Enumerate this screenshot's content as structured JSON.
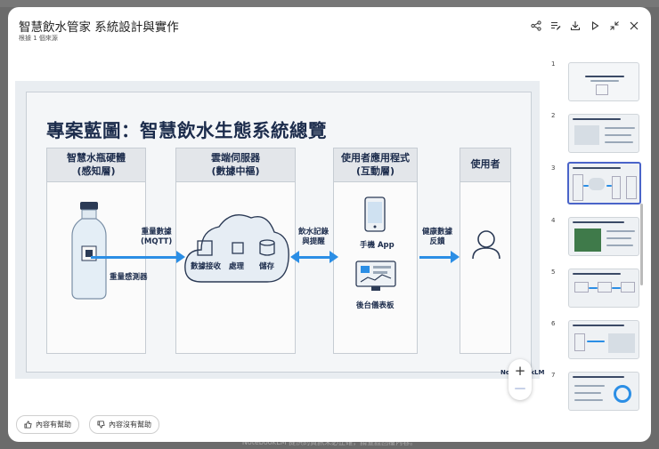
{
  "page": {
    "title": "智慧飲水管家 系統設計與實作",
    "subtitle": "根據 1 個來源",
    "backdrop_text": "NotebookLM 提供的資訊未必正確，請查證回覆內容。"
  },
  "slide": {
    "title": "專案藍圖：智慧飲水生態系統總覽",
    "columns": [
      {
        "line1": "智慧水瓶硬體",
        "line2": "(感知層)"
      },
      {
        "line1": "雲端伺服器",
        "line2": "(數據中樞)"
      },
      {
        "line1": "使用者應用程式",
        "line2": "(互動層)"
      },
      {
        "line1": "使用者",
        "line2": ""
      }
    ],
    "arrow_labels": [
      {
        "line1": "重量數據",
        "line2": "(MQTT)"
      },
      {
        "line1": "飲水記錄",
        "line2": "與提醒"
      },
      {
        "line1": "健康數據",
        "line2": "反饋"
      }
    ],
    "sensor_label": "重量感測器",
    "cloud_labels": [
      "數據接收",
      "處理",
      "儲存"
    ],
    "app_label": "手機 App",
    "dashboard_label": "後台儀表板",
    "watermark": "NotebookLM"
  },
  "zoom": {
    "plus": "+"
  },
  "thumbnails": [
    {
      "num": "1"
    },
    {
      "num": "2"
    },
    {
      "num": "3"
    },
    {
      "num": "4"
    },
    {
      "num": "5"
    },
    {
      "num": "6"
    },
    {
      "num": "7"
    }
  ],
  "feedback": {
    "helpful": "內容有幫助",
    "not_helpful": "內容沒有幫助"
  },
  "colors": {
    "accent": "#2b8ee5",
    "navy": "#1c2c4c",
    "active_thumb": "#4a64c9"
  }
}
